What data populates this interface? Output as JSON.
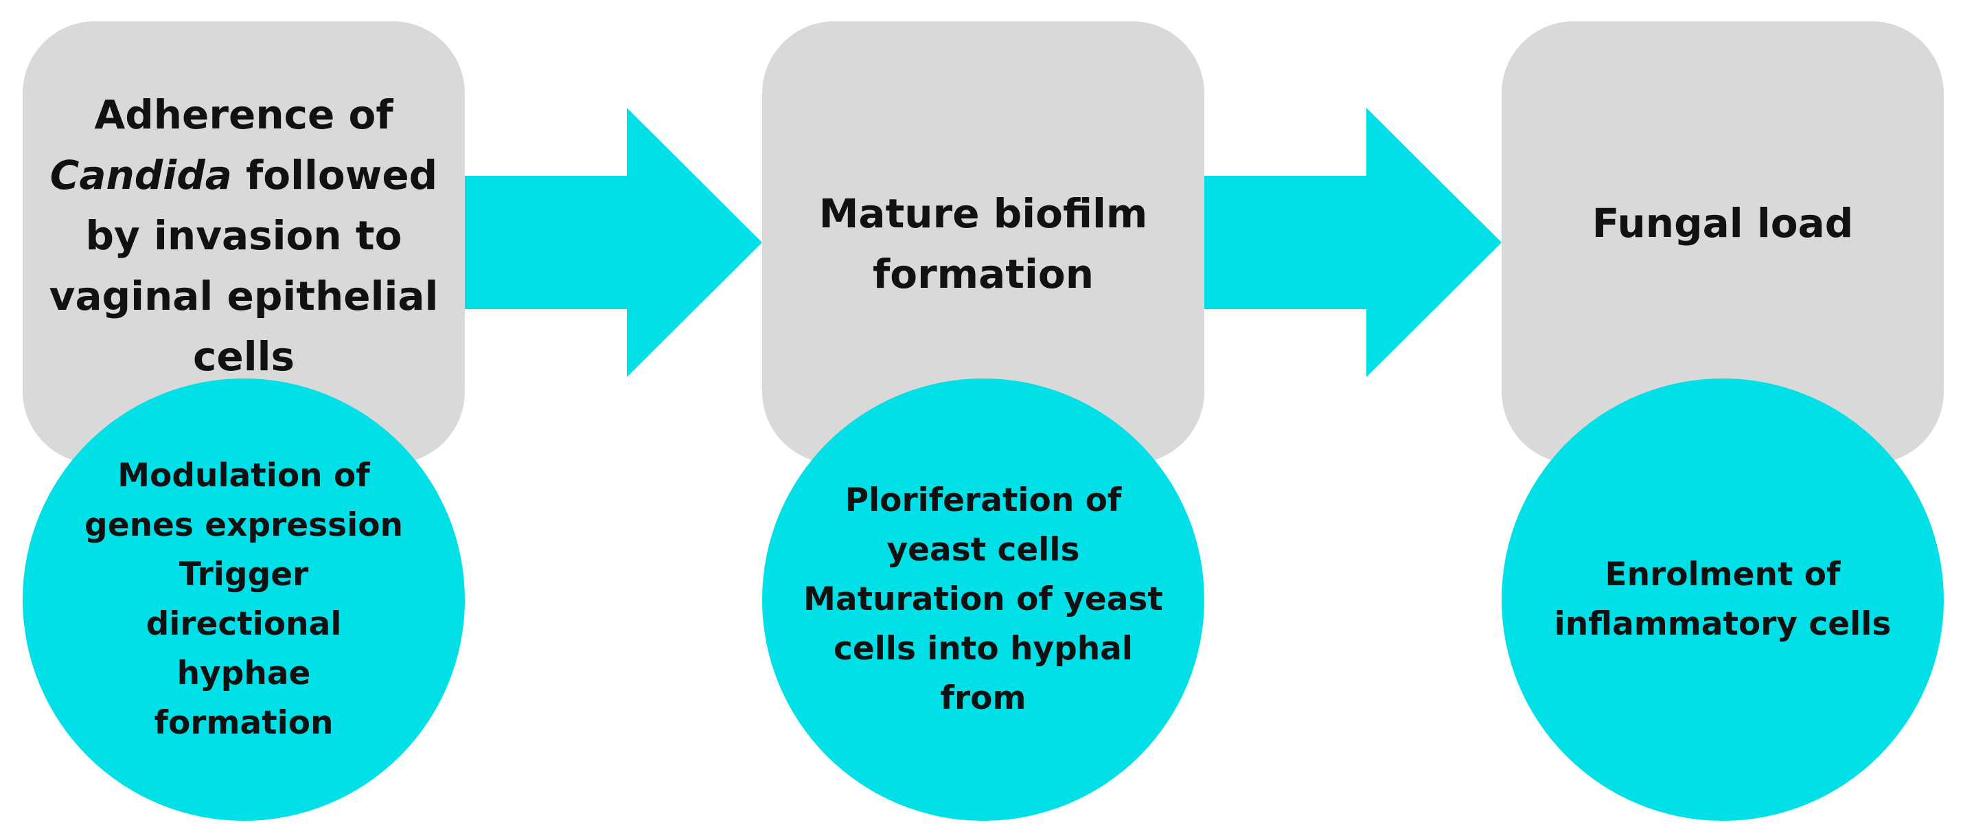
{
  "colors": {
    "box": "#d9d9d9",
    "accent": "#00e0e6",
    "text": "#111111",
    "background": "#ffffff"
  },
  "stages": [
    {
      "title_lines": [
        [
          {
            "text": "Adherence of",
            "italic": false
          }
        ],
        [
          {
            "text": "Candida",
            "italic": true
          },
          {
            "text": " followed",
            "italic": false
          }
        ],
        [
          {
            "text": "by invasion to",
            "italic": false
          }
        ],
        [
          {
            "text": "vaginal epithelial",
            "italic": false
          }
        ],
        [
          {
            "text": "cells",
            "italic": false
          }
        ]
      ],
      "detail_lines": [
        "Modulation of",
        "genes expression",
        "Trigger",
        "directional",
        "hyphae",
        "formation"
      ]
    },
    {
      "title_lines": [
        [
          {
            "text": "Mature biofilm",
            "italic": false
          }
        ],
        [
          {
            "text": "formation",
            "italic": false
          }
        ]
      ],
      "detail_lines": [
        "Ploriferation of",
        "yeast cells",
        "Maturation of yeast",
        "cells into hyphal",
        "from"
      ]
    },
    {
      "title_lines": [
        [
          {
            "text": "Fungal load",
            "italic": false
          }
        ]
      ],
      "detail_lines": [
        "Enrolment of",
        "inflammatory cells"
      ]
    }
  ],
  "arrows": [
    {
      "from": 0,
      "to": 1,
      "icon": "right-arrow-icon"
    },
    {
      "from": 1,
      "to": 2,
      "icon": "right-arrow-icon"
    }
  ]
}
